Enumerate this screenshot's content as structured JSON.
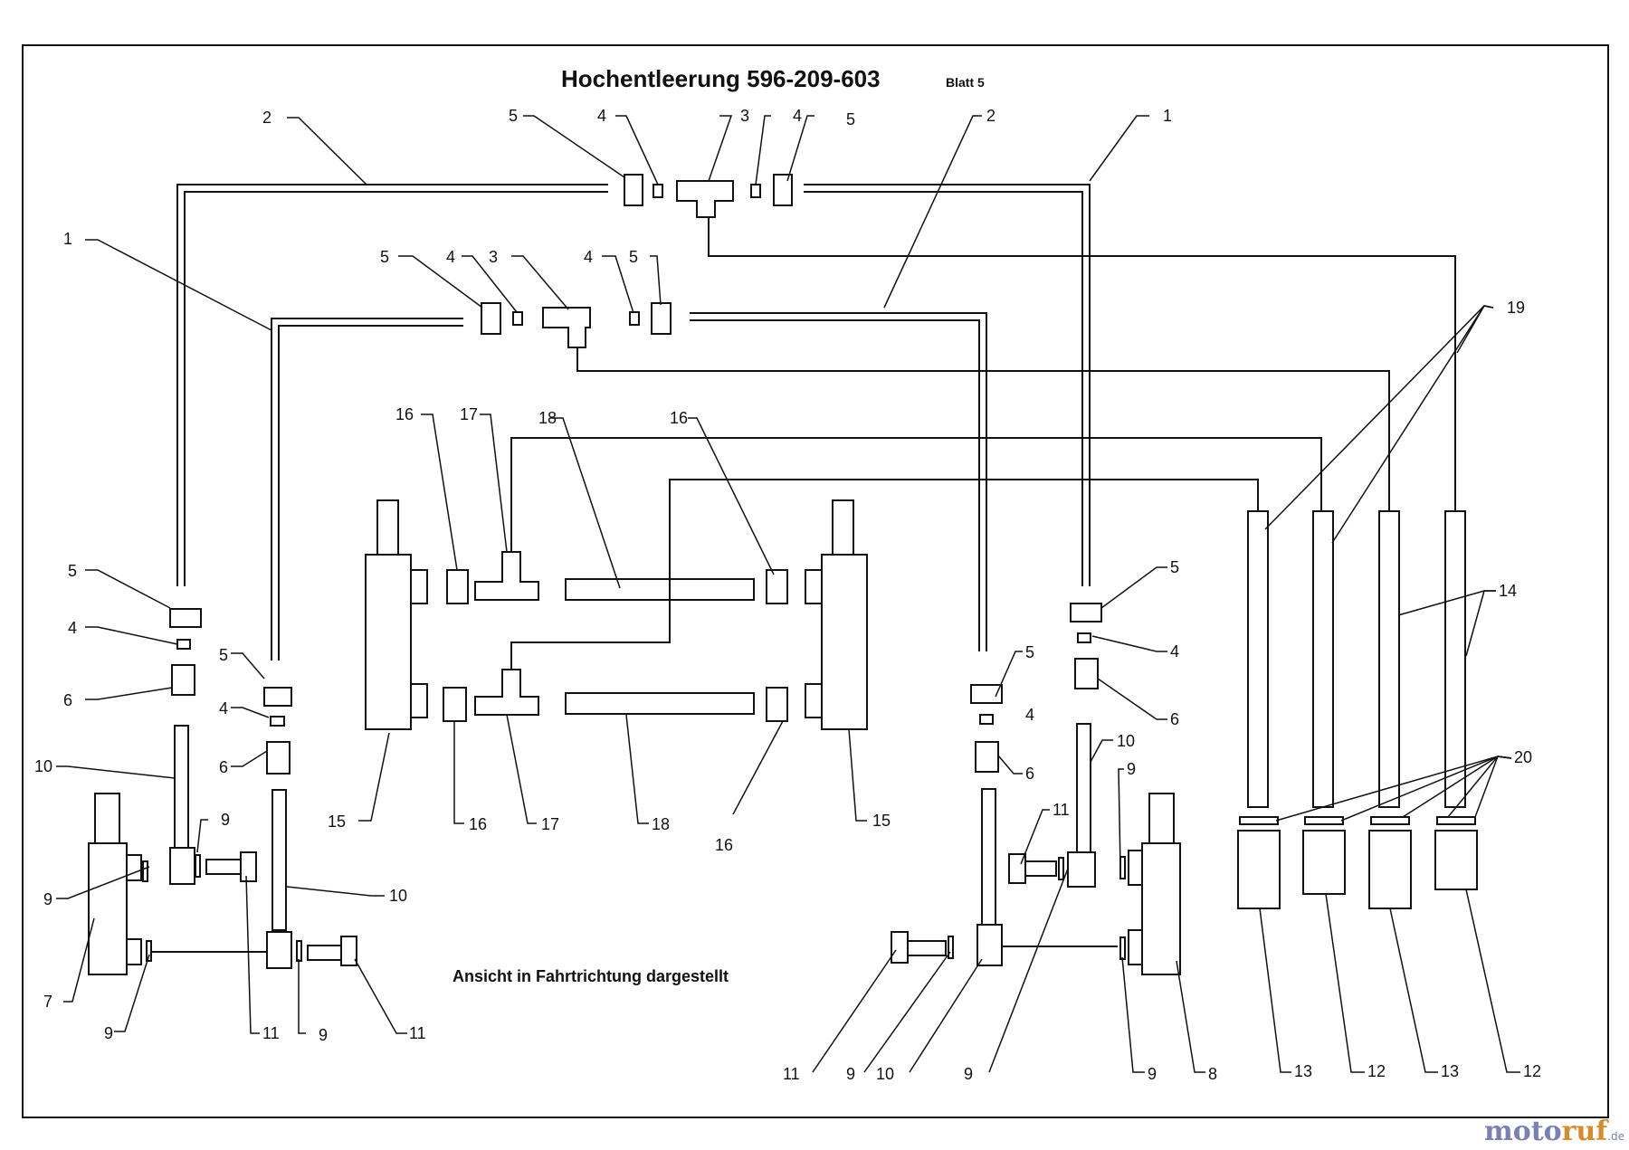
{
  "title": "Hochentleerung 596-209-603",
  "sheet": "Blatt 5",
  "caption": "Ansicht in Fahrtrichtung dargestellt",
  "watermark": {
    "part1": "moto",
    "part2": "ruf",
    "suffix": ".de"
  },
  "labels": [
    "1",
    "2",
    "3",
    "4",
    "5",
    "6",
    "7",
    "8",
    "9",
    "10",
    "11",
    "12",
    "13",
    "14",
    "15",
    "16",
    "17",
    "18",
    "19",
    "20"
  ]
}
